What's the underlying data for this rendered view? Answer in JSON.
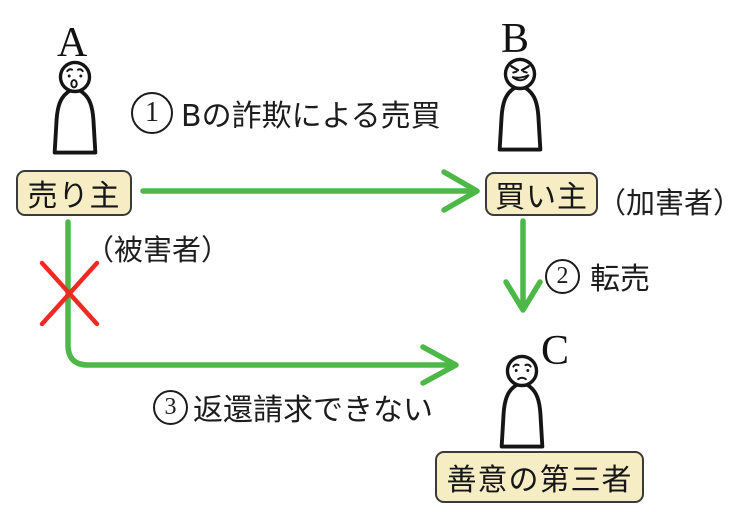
{
  "diagram": {
    "persons": {
      "a": {
        "letter": "A",
        "role": "売り主",
        "annotation": "（被害者）"
      },
      "b": {
        "letter": "B",
        "role": "買い主",
        "annotation": "（加害者）"
      },
      "c": {
        "letter": "C",
        "role": "善意の第三者"
      }
    },
    "steps": {
      "s1": {
        "number": "1",
        "label": "Bの詐欺による売買"
      },
      "s2": {
        "number": "2",
        "label": "転売"
      },
      "s3": {
        "number": "3",
        "label": "返還請求できない"
      }
    },
    "colors": {
      "arrow_green": "#4db848",
      "cross_red": "#ee2b22",
      "box_fill": "#f6edc5",
      "box_border": "#3a3a3a"
    }
  }
}
